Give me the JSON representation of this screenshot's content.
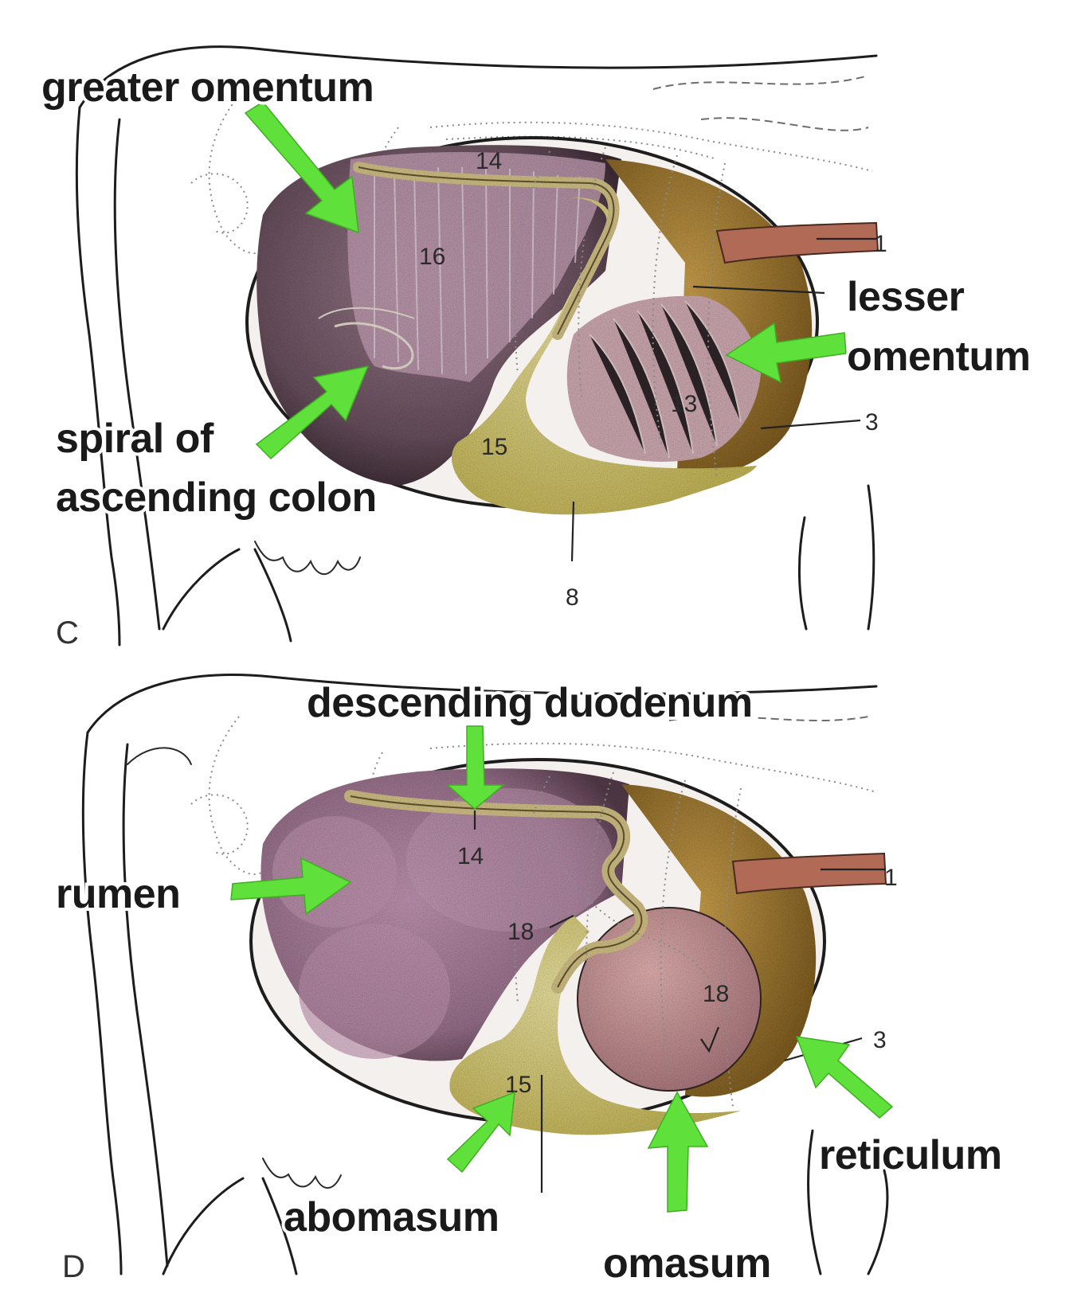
{
  "panels": [
    {
      "letter": "C",
      "numbers": [
        "14",
        "16",
        "1",
        "13",
        "3",
        "15",
        "8"
      ],
      "callouts": [
        {
          "lines": [
            "greater omentum"
          ]
        },
        {
          "lines": [
            "lesser",
            "omentum"
          ]
        },
        {
          "lines": [
            "spiral of",
            "ascending colon"
          ]
        }
      ]
    },
    {
      "letter": "D",
      "numbers": [
        "14",
        "1",
        "18",
        "18",
        "3",
        "15"
      ],
      "callouts": [
        {
          "lines": [
            "descending duodenum"
          ]
        },
        {
          "lines": [
            "rumen"
          ]
        },
        {
          "lines": [
            "reticulum"
          ]
        },
        {
          "lines": [
            "abomasum"
          ]
        },
        {
          "lines": [
            "omasum"
          ]
        }
      ]
    }
  ],
  "colors": {
    "rumen": "#b48aa6",
    "omentum": "#c89ab4",
    "reticulum": "#b98f3f",
    "abomasum": "#e8dc8a",
    "omasum": "#d9a4a6",
    "esophagus": "#b06a55",
    "arrow": "#5fe03a"
  }
}
